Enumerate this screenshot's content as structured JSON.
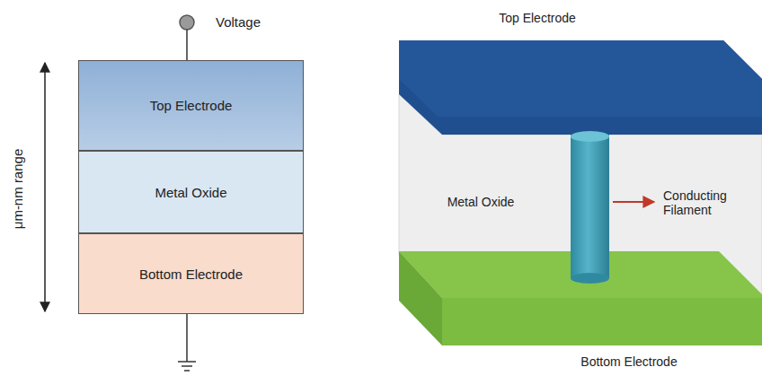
{
  "diagram": {
    "nodes": [
      {
        "text": [
          "Top Electrode"
        ]
      },
      {
        "text": [
          "Metal Oxide"
        ]
      },
      {
        "text": [
          "Bottom Electrode"
        ]
      }
    ],
    "labels": [
      "Voltage",
      "μm-nm range",
      "Top Electrode",
      "Metal Oxide",
      "Conducting Filament",
      "Bottom Electrode"
    ]
  }
}
